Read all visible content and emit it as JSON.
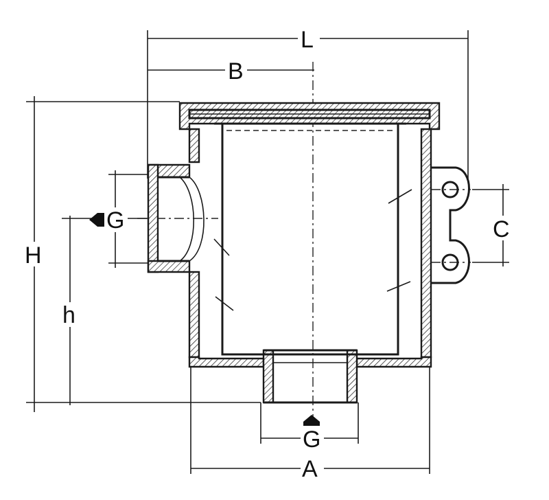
{
  "dimensions": {
    "L": "L",
    "B": "B",
    "H": "H",
    "h": "h",
    "C": "C",
    "A": "A",
    "G_side": "G",
    "G_bottom": "G"
  },
  "colors": {
    "line": "#1a1a1a",
    "background": "#ffffff"
  }
}
